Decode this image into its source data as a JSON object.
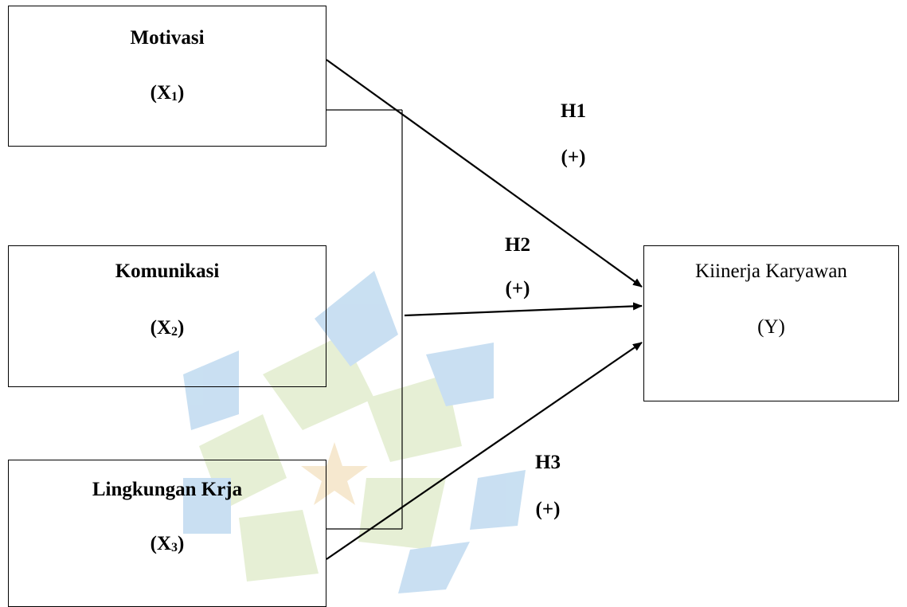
{
  "boxes": {
    "x1": {
      "title": "Motivasi",
      "sub_open": "(X",
      "sub_index": "1",
      "sub_close": ")"
    },
    "x2": {
      "title": "Komunikasi",
      "sub_open": "(X",
      "sub_index": "2",
      "sub_close": ")"
    },
    "x3": {
      "title": "Lingkungan Krja",
      "sub_open": "(X",
      "sub_index": "3",
      "sub_close": ")"
    },
    "y": {
      "title": "Kiinerja Karyawan",
      "sub": "(Y)"
    }
  },
  "hypotheses": [
    {
      "label": "H1",
      "sign": "(+)"
    },
    {
      "label": "H2",
      "sign": "(+)"
    },
    {
      "label": "H3",
      "sign": "(+)"
    }
  ],
  "colors": {
    "line": "#000000",
    "watermark_blue": "#9dc6e8",
    "watermark_green": "#d2e3b4",
    "watermark_star": "#f0d6a8"
  },
  "watermark_icon": "institution-logo-icon"
}
